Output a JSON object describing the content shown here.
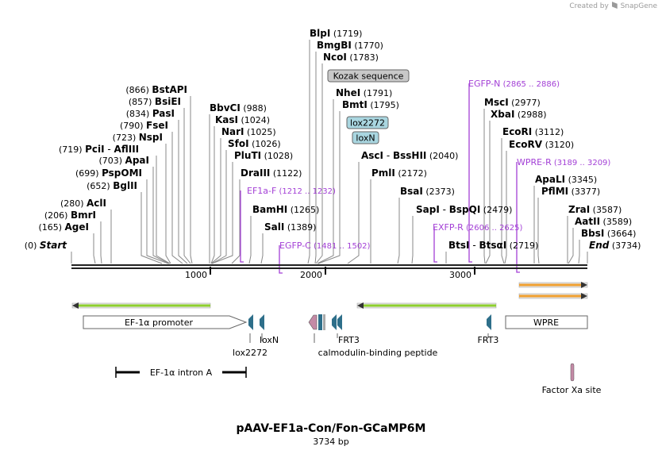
{
  "header": {
    "created_by": "Created by",
    "brand": "SnapGene"
  },
  "map": {
    "title": "pAAV-EF1a-Con/Fon-GCaMP6M",
    "length_label": "3734 bp",
    "length": 3734,
    "ticks": [
      {
        "label": "1000",
        "pos": 1000
      },
      {
        "label": "2000",
        "pos": 2000
      },
      {
        "label": "3000",
        "pos": 3000
      }
    ]
  },
  "sites": [
    {
      "name": "Start",
      "pos": "(0)",
      "pos_value": 0
    },
    {
      "name": "AgeI",
      "pos": "(165)",
      "pos_value": 165
    },
    {
      "name": "BmrI",
      "pos": "(206)",
      "pos_value": 206
    },
    {
      "name": "AclI",
      "pos": "(280)",
      "pos_value": 280
    },
    {
      "name": "BglII",
      "pos": "(652)",
      "pos_value": 652
    },
    {
      "name": "PspOMI",
      "pos": "(699)",
      "pos_value": 699
    },
    {
      "name": "ApaI",
      "pos": "(703)",
      "pos_value": 703
    },
    {
      "name": "PciI",
      "name2": "AflIII",
      "pos": "(719)",
      "pos_value": 719
    },
    {
      "name": "NspI",
      "pos": "(723)",
      "pos_value": 723
    },
    {
      "name": "FseI",
      "pos": "(790)",
      "pos_value": 790
    },
    {
      "name": "PasI",
      "pos": "(834)",
      "pos_value": 834
    },
    {
      "name": "BsiEI",
      "pos": "(857)",
      "pos_value": 857
    },
    {
      "name": "BstAPI",
      "pos": "(866)",
      "pos_value": 866
    },
    {
      "name": "BbvCI",
      "pos": "(988)",
      "pos_value": 988
    },
    {
      "name": "KasI",
      "pos": "(1024)",
      "pos_value": 1024
    },
    {
      "name": "NarI",
      "pos": "(1025)",
      "pos_value": 1025
    },
    {
      "name": "SfoI",
      "pos": "(1026)",
      "pos_value": 1026
    },
    {
      "name": "PluTI",
      "pos": "(1028)",
      "pos_value": 1028
    },
    {
      "name": "DraIII",
      "pos": "(1122)",
      "pos_value": 1122
    },
    {
      "name": "BamHI",
      "pos": "(1265)",
      "pos_value": 1265
    },
    {
      "name": "SalI",
      "pos": "(1389)",
      "pos_value": 1389
    },
    {
      "name": "BlpI",
      "pos": "(1719)",
      "pos_value": 1719
    },
    {
      "name": "BmgBI",
      "pos": "(1770)",
      "pos_value": 1770
    },
    {
      "name": "NcoI",
      "pos": "(1783)",
      "pos_value": 1783
    },
    {
      "name": "NheI",
      "pos": "(1791)",
      "pos_value": 1791
    },
    {
      "name": "BmtI",
      "pos": "(1795)",
      "pos_value": 1795
    },
    {
      "name": "AscI",
      "name2": "BssHII",
      "pos": "(2040)",
      "pos_value": 2040
    },
    {
      "name": "PmlI",
      "pos": "(2172)",
      "pos_value": 2172
    },
    {
      "name": "BsaI",
      "pos": "(2373)",
      "pos_value": 2373
    },
    {
      "name": "SapI",
      "name2": "BspQI",
      "pos": "(2479)",
      "pos_value": 2479
    },
    {
      "name": "BtsI",
      "name2": "BtsαI",
      "pos": "(2719)",
      "pos_value": 2719
    },
    {
      "name": "MscI",
      "pos": "(2977)",
      "pos_value": 2977
    },
    {
      "name": "XbaI",
      "pos": "(2988)",
      "pos_value": 2988
    },
    {
      "name": "EcoRI",
      "pos": "(3112)",
      "pos_value": 3112
    },
    {
      "name": "EcoRV",
      "pos": "(3120)",
      "pos_value": 3120
    },
    {
      "name": "ApaLI",
      "pos": "(3345)",
      "pos_value": 3345
    },
    {
      "name": "PflMI",
      "pos": "(3377)",
      "pos_value": 3377
    },
    {
      "name": "ZraI",
      "pos": "(3587)",
      "pos_value": 3587
    },
    {
      "name": "AatII",
      "pos": "(3589)",
      "pos_value": 3589
    },
    {
      "name": "BbsI",
      "pos": "(3664)",
      "pos_value": 3664
    },
    {
      "name": "End",
      "pos": "(3734)",
      "pos_value": 3734
    }
  ],
  "primers": [
    {
      "name": "EF1a-F",
      "range": "(1212 .. 1232)"
    },
    {
      "name": "EGFP-C",
      "range": "(1481 .. 1502)"
    },
    {
      "name": "EXFP-R",
      "range": "(2606 .. 2625)"
    },
    {
      "name": "EGFP-N",
      "range": "(2865 .. 2886)"
    },
    {
      "name": "WPRE-R",
      "range": "(3189 .. 3209)"
    }
  ],
  "boxed_features": [
    {
      "name": "Kozak sequence"
    },
    {
      "name": "lox2272"
    },
    {
      "name": "loxN"
    }
  ],
  "features": [
    {
      "name": "EF-1α promoter"
    },
    {
      "name": "lox2272"
    },
    {
      "name": "loxN"
    },
    {
      "name": "calmodulin-binding peptide"
    },
    {
      "name": "FRT3"
    },
    {
      "name": "FRT3"
    },
    {
      "name": "WPRE"
    },
    {
      "name": "EF-1α intron A"
    },
    {
      "name": "Factor Xa site"
    }
  ],
  "colors": {
    "primer": "#a340d6",
    "feature_teal": "#2e6f8a",
    "kozak_fill": "#c8c8c8",
    "lox_fill": "#a9d6e0",
    "orf_green": "#8ecf2e",
    "orf_orange": "#f0a030",
    "calmodulin_pink": "#c48aa6"
  }
}
